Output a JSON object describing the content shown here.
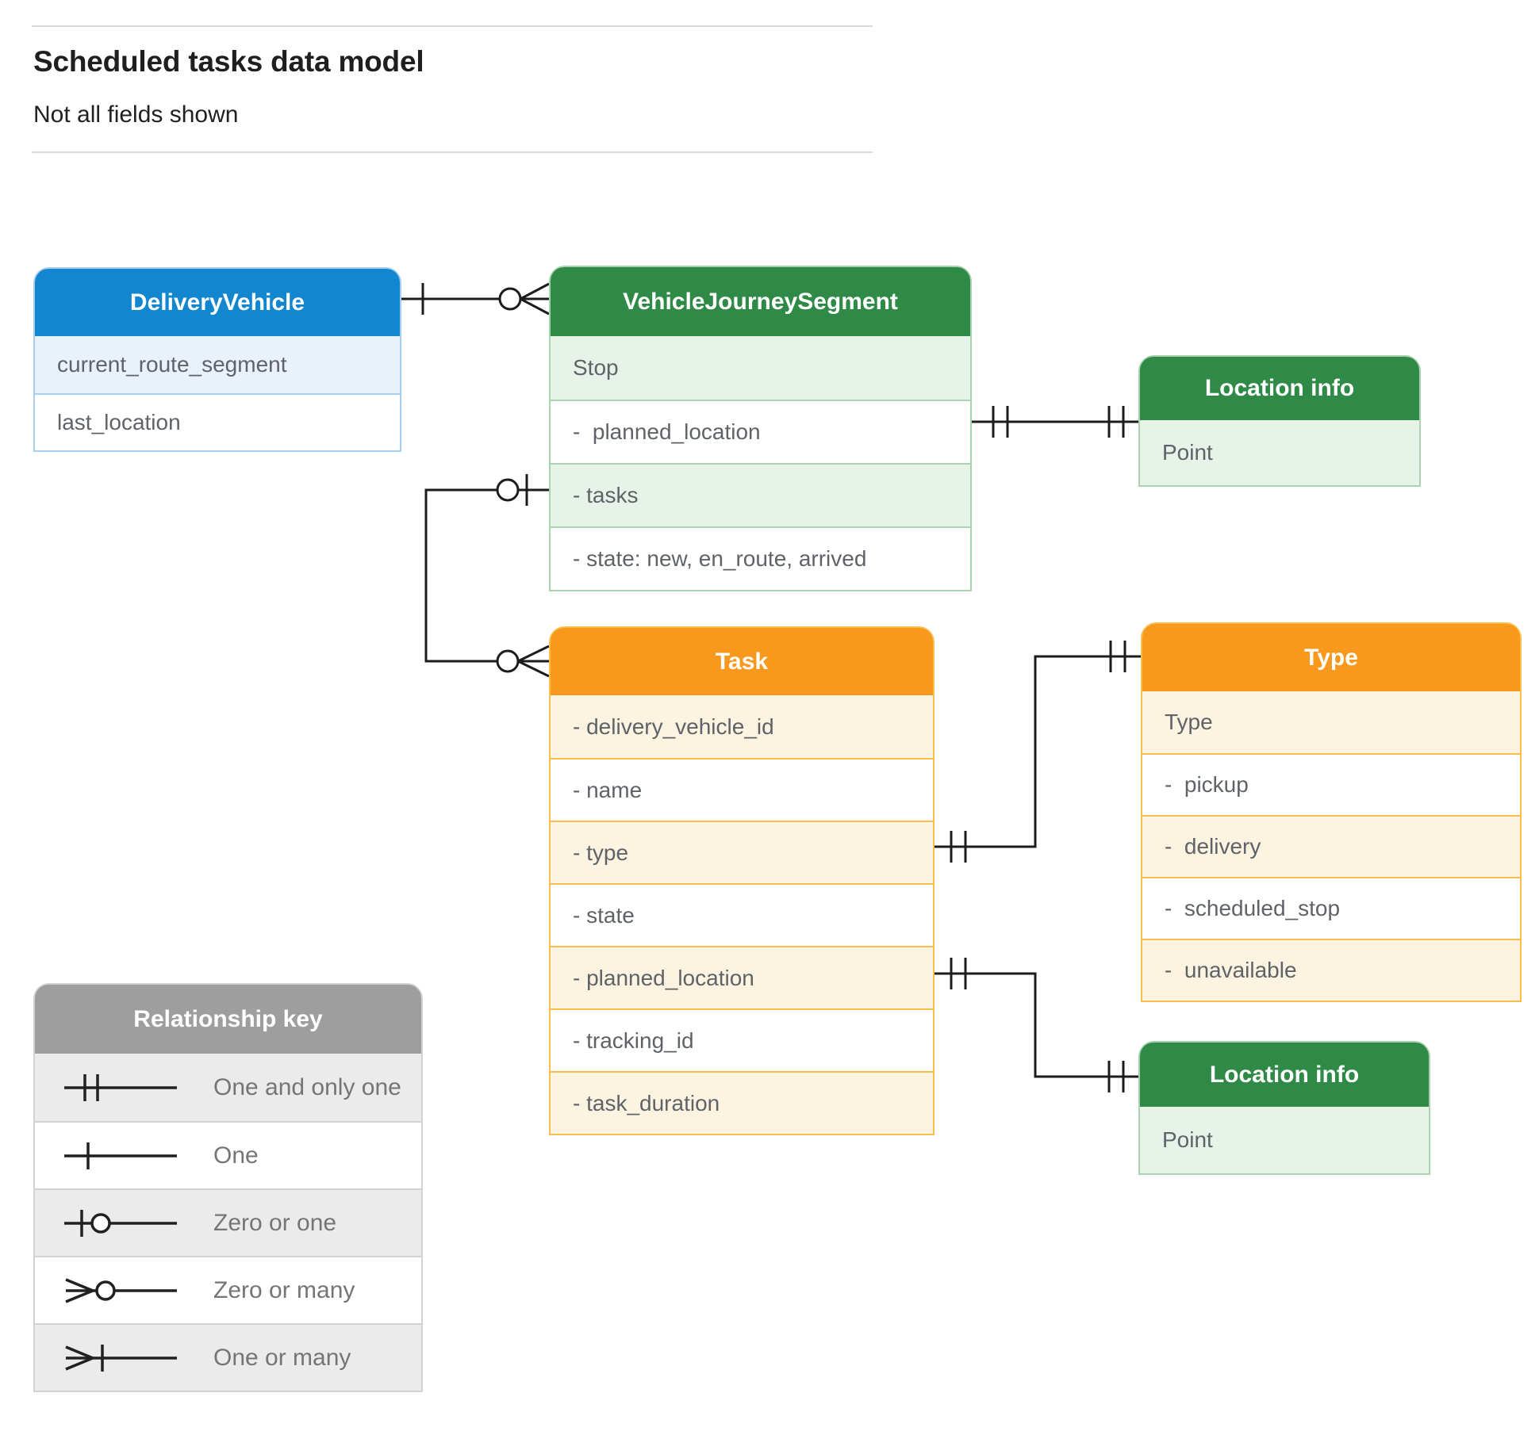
{
  "page": {
    "title": "Scheduled tasks data model",
    "subtitle": "Not all fields shown"
  },
  "colors": {
    "blue_header": "#1287d0",
    "blue_row": "#e9f1fb",
    "blue_border": "#a9cfef",
    "green_header": "#2e8a46",
    "green_row": "#e7f2e9",
    "green_border": "#a8d2b0",
    "orange_header": "#f8991d",
    "orange_row": "#fdf3e1",
    "orange_border": "#fbbd4e",
    "key_header": "#9e9e9e",
    "key_row": "#ebebeb",
    "field_text": "#5f6368",
    "connector": "#1c1c1c"
  },
  "entities": [
    {
      "title": "DeliveryVehicle",
      "theme": "blue",
      "fields": [
        {
          "label": "current_route_segment"
        },
        {
          "label": "last_location"
        }
      ]
    },
    {
      "title": "VehicleJourneySegment",
      "theme": "green",
      "fields": [
        {
          "label": "Stop"
        },
        {
          "label": "-  planned_location"
        },
        {
          "label": "- tasks"
        },
        {
          "label": "- state: new, en_route, arrived"
        }
      ]
    },
    {
      "title": "Location info",
      "theme": "green",
      "fields": [
        {
          "label": "Point"
        }
      ]
    },
    {
      "title": "Task",
      "theme": "orange",
      "fields": [
        {
          "label": "- delivery_vehicle_id"
        },
        {
          "label": "- name"
        },
        {
          "label": "- type"
        },
        {
          "label": "- state"
        },
        {
          "label": "- planned_location"
        },
        {
          "label": "- tracking_id"
        },
        {
          "label": "- task_duration"
        }
      ]
    },
    {
      "title": "Type",
      "theme": "orange",
      "fields": [
        {
          "label": "Type"
        },
        {
          "label": "-  pickup"
        },
        {
          "label": "-  delivery"
        },
        {
          "label": "-  scheduled_stop"
        },
        {
          "label": "-  unavailable"
        }
      ]
    },
    {
      "title": "Location info",
      "theme": "green",
      "fields": [
        {
          "label": "Point"
        }
      ]
    }
  ],
  "relationships": [
    {
      "from": "DeliveryVehicle",
      "from_cardinality": "one",
      "to": "VehicleJourneySegment",
      "to_cardinality": "zero-or-many"
    },
    {
      "from": "VehicleJourneySegment.tasks",
      "from_cardinality": "zero-or-one",
      "to": "Task",
      "to_cardinality": "zero-or-many"
    },
    {
      "from": "VehicleJourneySegment.planned_location",
      "from_cardinality": "one-and-only-one",
      "to": "Location info",
      "to_cardinality": "one-and-only-one"
    },
    {
      "from": "Task.type",
      "from_cardinality": "one-and-only-one",
      "to": "Type",
      "to_cardinality": "one-and-only-one"
    },
    {
      "from": "Task.planned_location",
      "from_cardinality": "one-and-only-one",
      "to": "Location info",
      "to_cardinality": "one-and-only-one"
    }
  ],
  "legend": {
    "title": "Relationship key",
    "items": [
      {
        "symbol": "one-and-only-one",
        "label": "One and only one"
      },
      {
        "symbol": "one",
        "label": "One"
      },
      {
        "symbol": "zero-or-one",
        "label": "Zero or one"
      },
      {
        "symbol": "zero-or-many",
        "label": "Zero or many"
      },
      {
        "symbol": "one-or-many",
        "label": "One or many"
      }
    ]
  }
}
